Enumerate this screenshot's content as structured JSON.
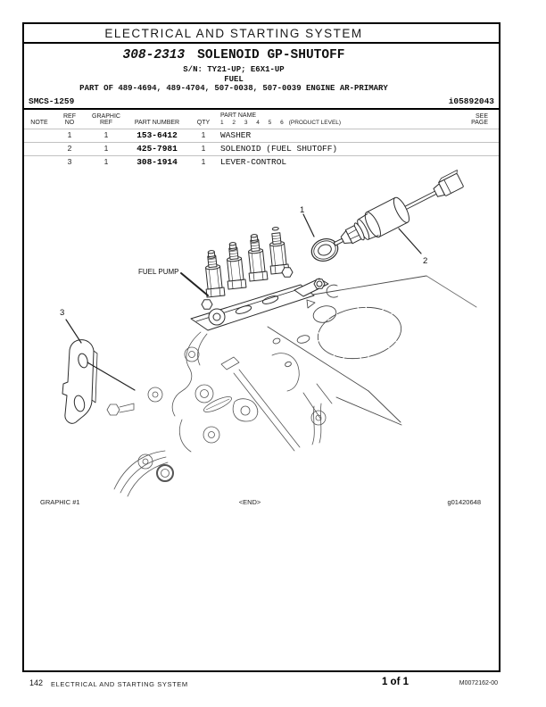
{
  "page": {
    "header_title": "ELECTRICAL AND STARTING SYSTEM",
    "title_part_number": "308-2313",
    "title_name": "SOLENOID GP-SHUTOFF",
    "serial_line": "S/N: TY21-UP; E6X1-UP",
    "category_line": "FUEL",
    "part_of_line": "PART OF 489-4694, 489-4704, 507-0038, 507-0039 ENGINE AR-PRIMARY",
    "smcs_code": "SMCS-1259",
    "doc_id": "i05892043"
  },
  "table": {
    "headers": {
      "note": "NOTE",
      "ref_line1": "REF",
      "ref_line2": "NO",
      "graphic_line1": "GRAPHIC",
      "graphic_line2": "REF",
      "part_number": "PART NUMBER",
      "qty": "QTY",
      "part_name": "PART NAME",
      "product_level_digits": "1 2 3 4 5 6",
      "product_level_label": "(PRODUCT LEVEL)",
      "see_line1": "SEE",
      "see_line2": "PAGE"
    },
    "rows": [
      {
        "note": "",
        "ref_no": "1",
        "graphic_ref": "1",
        "part_number": "153-6412",
        "qty": "1",
        "part_name": "WASHER",
        "see_page": ""
      },
      {
        "note": "",
        "ref_no": "2",
        "graphic_ref": "1",
        "part_number": "425-7981",
        "qty": "1",
        "part_name": "SOLENOID (FUEL SHUTOFF)",
        "see_page": ""
      },
      {
        "note": "",
        "ref_no": "3",
        "graphic_ref": "1",
        "part_number": "308-1914",
        "qty": "1",
        "part_name": "LEVER-CONTROL",
        "see_page": ""
      }
    ]
  },
  "drawing": {
    "labels": {
      "fuel_pump": "FUEL PUMP",
      "callout_1": "1",
      "callout_2": "2",
      "callout_3": "3"
    },
    "caption_left": "GRAPHIC #1",
    "caption_center": "<END>",
    "caption_right": "g01420648"
  },
  "footer": {
    "page_number": "142",
    "section": "ELECTRICAL AND STARTING SYSTEM",
    "page_count": "1 of 1",
    "media_number": "M0072162-00"
  }
}
